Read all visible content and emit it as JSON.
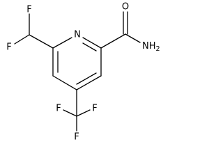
{
  "diagram": {
    "type": "chemical-structure",
    "atoms": {
      "f_chf2_top": "F",
      "f_chf2_left": "F",
      "n_ring": "N",
      "o_amide": "O",
      "amide_n": "N",
      "amide_h": "H",
      "amide_h_count": "2",
      "f_cf3_left": "F",
      "f_cf3_right": "F",
      "f_cf3_bottom": "F"
    },
    "colors": {
      "bond": "#000000",
      "text": "#000000",
      "background": "#ffffff"
    }
  }
}
